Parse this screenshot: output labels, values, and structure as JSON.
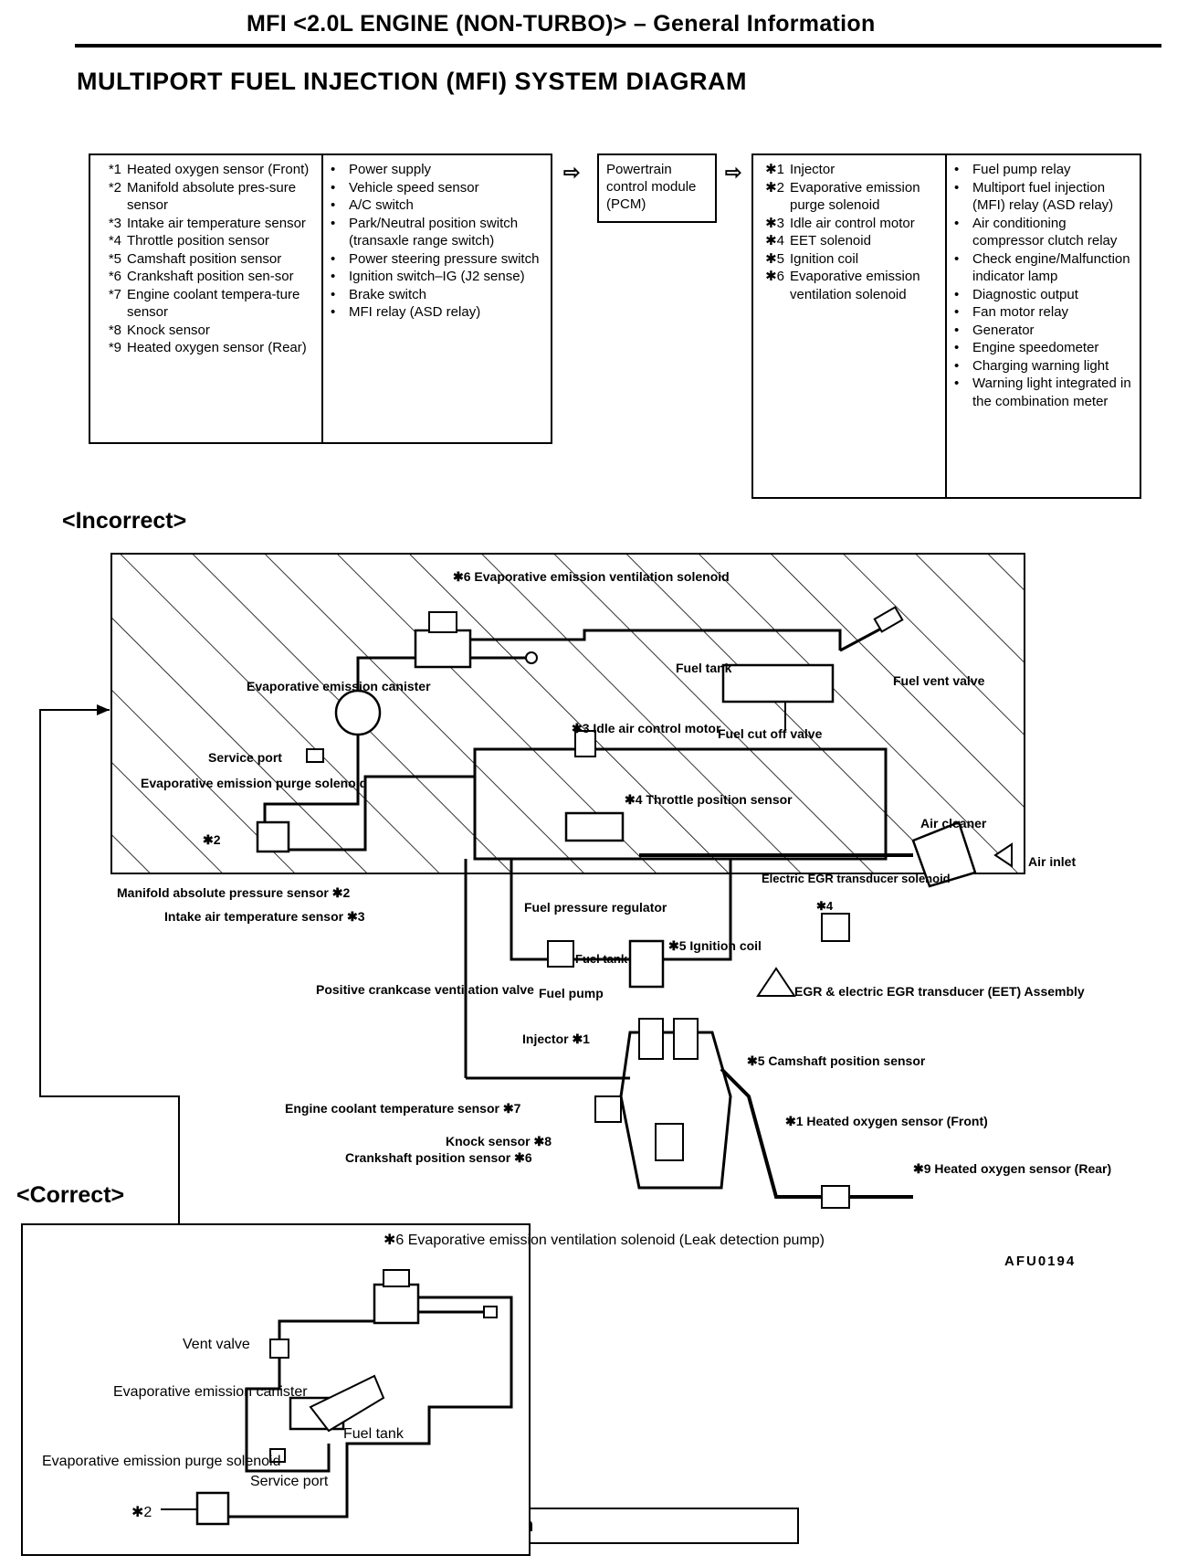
{
  "header": {
    "title": "MFI <2.0L ENGINE (NON-TURBO)> – General Information"
  },
  "diagram_title": "MULTIPORT FUEL INJECTION (MFI) SYSTEM DIAGRAM",
  "inputs_sensors": [
    {
      "mark": "*1",
      "text": "Heated oxygen sensor (Front)"
    },
    {
      "mark": "*2",
      "text": "Manifold absolute pres-sure sensor"
    },
    {
      "mark": "*3",
      "text": "Intake air temperature sensor"
    },
    {
      "mark": "*4",
      "text": "Throttle position sensor"
    },
    {
      "mark": "*5",
      "text": "Camshaft position sensor"
    },
    {
      "mark": "*6",
      "text": "Crankshaft position sen-sor"
    },
    {
      "mark": "*7",
      "text": "Engine coolant tempera-ture sensor"
    },
    {
      "mark": "*8",
      "text": "Knock sensor"
    },
    {
      "mark": "*9",
      "text": "Heated oxygen sensor (Rear)"
    }
  ],
  "inputs_other": [
    "Power supply",
    "Vehicle speed sensor",
    "A/C switch",
    "Park/Neutral position switch (transaxle range switch)",
    "Power steering pressure switch",
    "Ignition switch–IG (J2 sense)",
    "Brake switch",
    "MFI relay (ASD relay)"
  ],
  "pcm": {
    "label": "Powertrain control module (PCM)"
  },
  "outputs_actuators": [
    {
      "mark": "✱1",
      "text": "Injector"
    },
    {
      "mark": "✱2",
      "text": "Evaporative emission purge solenoid"
    },
    {
      "mark": "✱3",
      "text": "Idle air control motor"
    },
    {
      "mark": "✱4",
      "text": "EET solenoid"
    },
    {
      "mark": "✱5",
      "text": "Ignition coil"
    },
    {
      "mark": "✱6",
      "text": "Evaporative emission ventilation solenoid"
    }
  ],
  "outputs_other": [
    "Fuel pump relay",
    "Multiport fuel injection (MFI) relay (ASD relay)",
    "Air conditioning compressor clutch relay",
    "Check engine/Malfunction indicator lamp",
    "Diagnostic output",
    "Fan motor relay",
    "Generator",
    "Engine speedometer",
    "Charging warning light",
    "Warning light integrated in the combination meter"
  ],
  "bullet": "•",
  "arrow": "⇨",
  "sections": {
    "incorrect": "<Incorrect>",
    "correct": "<Correct>"
  },
  "incorrect_labels": {
    "evap_vent_solenoid": "✱6 Evaporative emission ventilation solenoid",
    "evap_canister": "Evaporative emission canister",
    "service_port": "Service port",
    "evap_purge_solenoid": "Evaporative emission purge solenoid",
    "purge_mark": "✱2",
    "fuel_tank": "Fuel tank",
    "fuel_vent_valve": "Fuel vent valve",
    "fuel_cut_off_valve": "Fuel cut off valve",
    "idle_air_control_motor": "✱3 Idle air control motor",
    "throttle_position_sensor": "✱4 Throttle position sensor",
    "air_cleaner": "Air cleaner",
    "air_inlet": "Air inlet",
    "map_sensor": "Manifold absolute pressure sensor ✱2",
    "iat_sensor": "Intake air temperature sensor ✱3",
    "fuel_pressure_regulator": "Fuel pressure regulator",
    "fuel_tank_small": "Fuel tank",
    "fuel_pump": "Fuel pump",
    "ignition_coil": "✱5 Ignition coil",
    "eet_solenoid": "Electric EGR transducer solenoid",
    "eet_mark": "✱4",
    "egr_assembly": "EGR & electric EGR transducer (EET) Assembly",
    "pcv_valve": "Positive crankcase ventilation valve",
    "injector": "Injector ✱1",
    "camshaft_sensor": "✱5 Camshaft position sensor",
    "ect_sensor": "Engine coolant temperature sensor ✱7",
    "o2_front": "✱1 Heated oxygen sensor (Front)",
    "knock_sensor": "Knock sensor ✱8",
    "crank_sensor": "Crankshaft position sensor ✱6",
    "o2_rear": "✱9 Heated oxygen sensor (Rear)"
  },
  "correct_labels": {
    "evap_vent_solenoid": "✱6 Evaporative emission ventilation solenoid (Leak detection pump)",
    "vent_valve": "Vent valve",
    "evap_canister": "Evaporative emission canister",
    "fuel_tank": "Fuel tank",
    "evap_purge_solenoid": "Evaporative emission purge solenoid",
    "purge_mark": "✱2",
    "service_port": "Service port"
  },
  "part_code": "AFU0194",
  "tsb_revision": "TSB Revision"
}
